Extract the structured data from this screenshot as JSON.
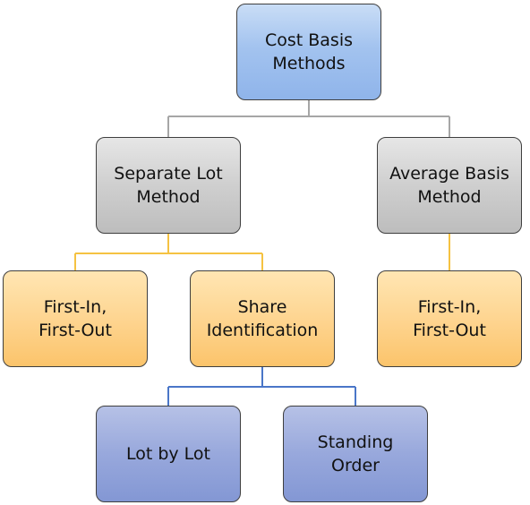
{
  "nodes": {
    "root": "Cost Basis\nMethods",
    "separate_lot": "Separate Lot\nMethod",
    "average_basis": "Average Basis\nMethod",
    "fifo_left": "First-In,\nFirst-Out",
    "share_identification": "Share\nIdentification",
    "fifo_right": "First-In,\nFirst-Out",
    "lot_by_lot": "Lot by Lot",
    "standing_order": "Standing\nOrder"
  },
  "colors": {
    "connector_gray": "#a6a6a6",
    "connector_orange": "#f5c242",
    "connector_blue": "#4a76c8",
    "node_border": "#3f3f3f"
  }
}
